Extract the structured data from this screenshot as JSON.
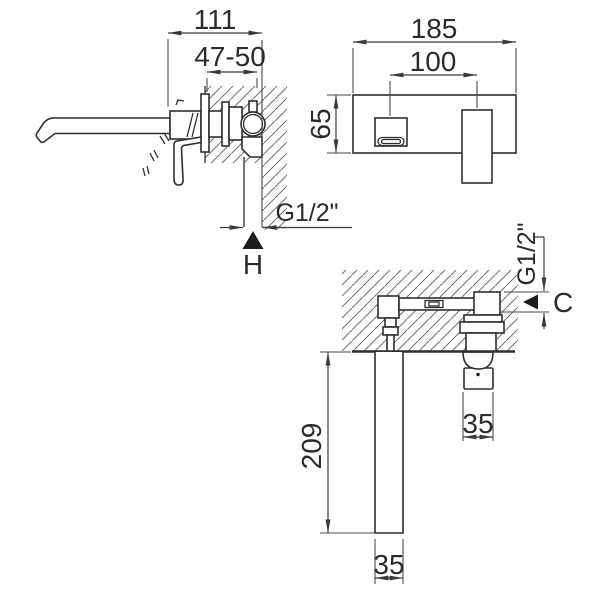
{
  "meta": {
    "type": "technical-dimension-drawing",
    "subject": "Wall-mounted single-lever basin mixer — installation dimensions",
    "background_color": "#ffffff",
    "line_color": "#2f2f2f",
    "text_color": "#2b2b2b",
    "units": "mm"
  },
  "side_view": {
    "spout_projection": "111",
    "recess_depth_range": "47-50",
    "supply_connection": "G1/2\"",
    "hot_indicator": "H"
  },
  "front_view": {
    "plate_width": "185",
    "outlet_to_handle_distance": "100",
    "plate_height": "65"
  },
  "top_view": {
    "spout_length": "209",
    "spout_width": "35",
    "handle_width": "35",
    "supply_connection": "G1/2\"",
    "cold_indicator": "C"
  }
}
